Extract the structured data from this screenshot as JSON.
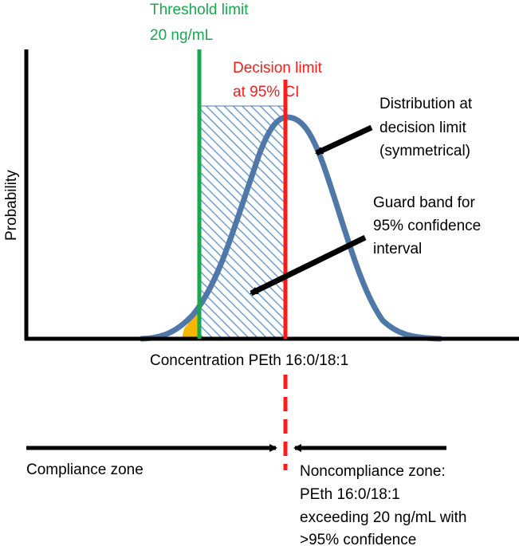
{
  "threshold": {
    "line1": "Threshold limit",
    "line2": "20 ng/mL",
    "color": "#1aa84f"
  },
  "decision": {
    "line1": "Decision limit",
    "line2": "at 95% CI",
    "color": "#ff1a1a"
  },
  "distribution_label": {
    "line1": "Distribution at",
    "line2": "decision limit",
    "line3": "(symmetrical)"
  },
  "guard_band_label": {
    "line1": "Guard band for",
    "line2": "95% confidence",
    "line3": "interval"
  },
  "axes": {
    "ylabel": "Probability",
    "xlabel": "Concentration PEth 16:0/18:1"
  },
  "zones": {
    "compliance": "Compliance zone",
    "noncompliance_line1": "Noncompliance zone:",
    "noncompliance_line2": "PEth 16:0/18:1",
    "noncompliance_line3": "exceeding 20 ng/mL with",
    "noncompliance_line4": ">95% confidence"
  },
  "colors": {
    "curve": "#4f78a8",
    "hatch": "#6b9fd6",
    "tail_fill": "#f5b700",
    "axis": "#000000"
  }
}
